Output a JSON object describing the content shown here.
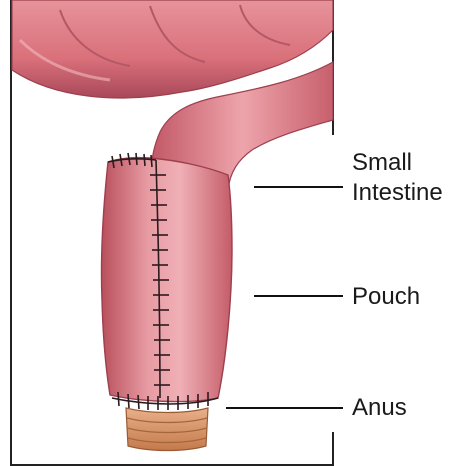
{
  "labels": {
    "small_intestine_line1": "Small",
    "small_intestine_line2": "Intestine",
    "pouch": "Pouch",
    "anus": "Anus"
  },
  "colors": {
    "tissue": "#d9707a",
    "tissue_dark": "#a84a55",
    "tissue_light": "#f2b3b8",
    "anus_tissue": "#d89a6a",
    "suture": "#2b1a1e",
    "frame": "#222222",
    "leader": "#111111"
  }
}
